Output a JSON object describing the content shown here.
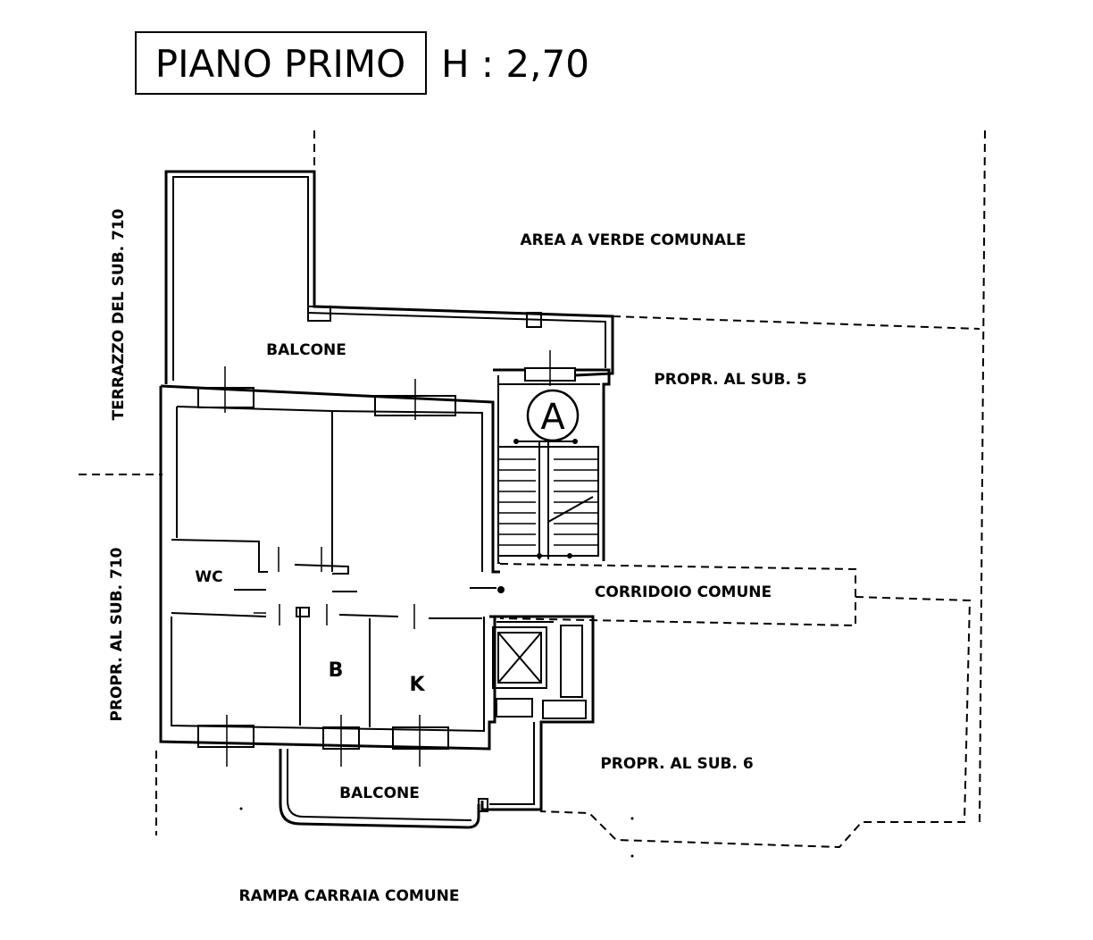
{
  "title": {
    "floor_label": "PIANO PRIMO",
    "height_label": "H  :  2,70"
  },
  "areas": {
    "area_verde": "AREA A VERDE COMUNALE",
    "balcone_top": "BALCONE",
    "propr_sub5": "PROPR. AL SUB. 5",
    "terrazzo_710": "TERRAZZO DEL SUB. 710",
    "propr_710": "PROPR. AL SUB. 710",
    "corridoio": "CORRIDOIO COMUNE",
    "propr_sub6": "PROPR. AL SUB. 6",
    "balcone_bottom": "BALCONE",
    "rampa": "RAMPA CARRAIA COMUNE"
  },
  "rooms": {
    "wc": "WC",
    "bagno": "B",
    "cucina": "K"
  },
  "stair_marker": "A"
}
